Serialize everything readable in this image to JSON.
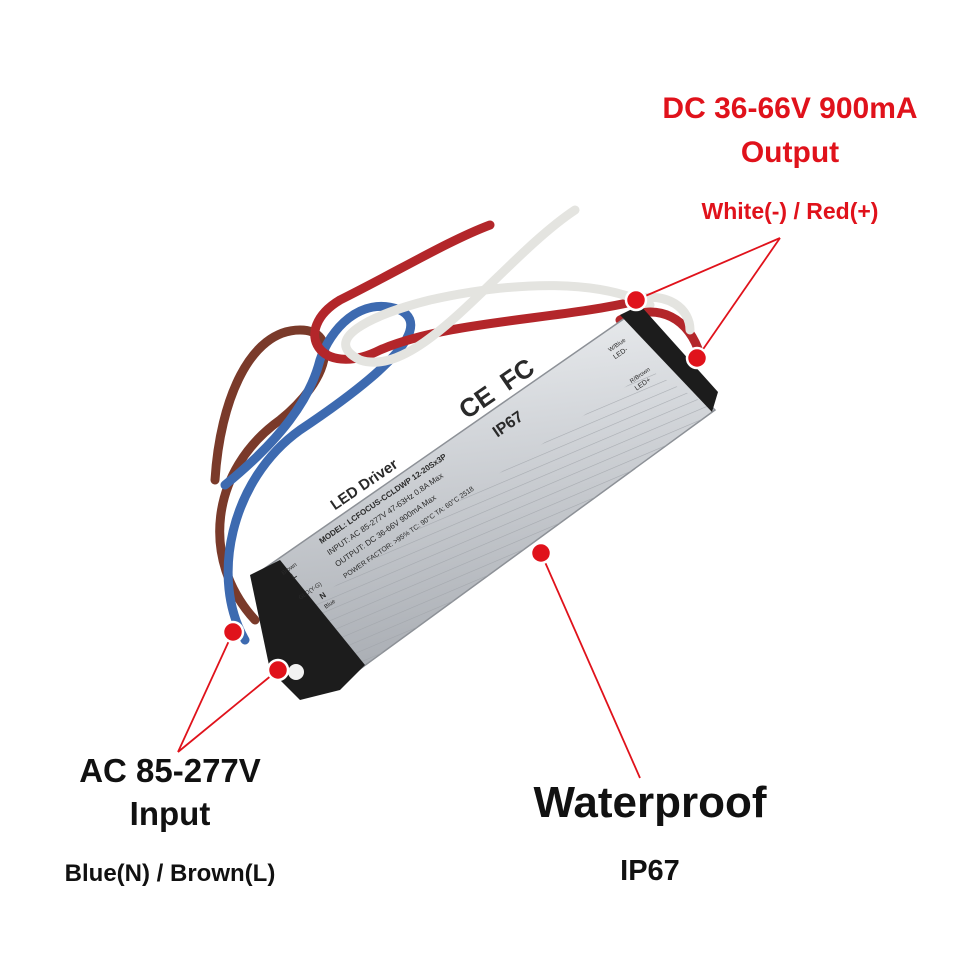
{
  "labels": {
    "output_spec": "DC 36-66V 900mA",
    "output_word": "Output",
    "output_wires": "White(-) / Red(+)",
    "input_spec": "AC 85-277V",
    "input_word": "Input",
    "input_wires": "Blue(N) / Brown(L)",
    "waterproof": "Waterproof",
    "rating": "IP67"
  },
  "device": {
    "title": "LED Driver",
    "model": "MODEL: LCFOCUS-CCLDWP 12-20Sx3P",
    "input": "INPUT: AC 85-277V  47-63Hz  0.8A Max",
    "output": "OUTPUT: DC 36-66V  900mA Max",
    "power_factor": "POWER FACTOR: >95%   TC: 90°C   TA: 60°C   2518",
    "ip_mark": "IP67",
    "ce_mark": "CE",
    "fc_mark": "FC",
    "left_top_wire": "Brown",
    "left_top_letter": "L",
    "left_mid": "GLD(Y-G)",
    "left_bottom_letter": "N",
    "left_bottom_wire": "Blue",
    "right_top_wire": "W/Blue",
    "right_top_sign": "LED-",
    "right_bottom_wire": "R/Brown",
    "right_bottom_sign": "LED+"
  },
  "colors": {
    "callout_red": "#e0121b",
    "text_black": "#111111",
    "housing": "#c9ccd0",
    "wire_red": "#b3262a",
    "wire_brown": "#7a3a2a",
    "wire_blue": "#3d6ab0",
    "wire_white": "#e4e4e0",
    "end_cap": "#1c1c1c"
  }
}
